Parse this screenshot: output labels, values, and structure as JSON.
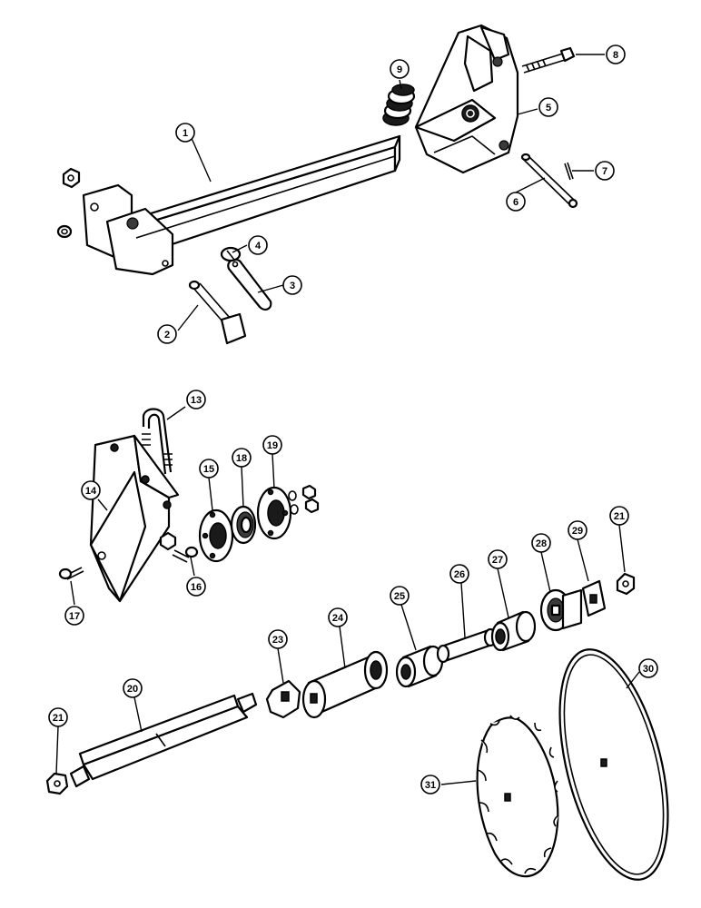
{
  "callouts": [
    {
      "id": "c1",
      "label": "1"
    },
    {
      "id": "c2",
      "label": "2"
    },
    {
      "id": "c3",
      "label": "3"
    },
    {
      "id": "c4",
      "label": "4"
    },
    {
      "id": "c5",
      "label": "5"
    },
    {
      "id": "c6",
      "label": "6"
    },
    {
      "id": "c7",
      "label": "7"
    },
    {
      "id": "c8",
      "label": "8"
    },
    {
      "id": "c9",
      "label": "9"
    },
    {
      "id": "c13",
      "label": "13"
    },
    {
      "id": "c14",
      "label": "14"
    },
    {
      "id": "c15",
      "label": "15"
    },
    {
      "id": "c16",
      "label": "16"
    },
    {
      "id": "c17",
      "label": "17"
    },
    {
      "id": "c18",
      "label": "18"
    },
    {
      "id": "c19",
      "label": "19"
    },
    {
      "id": "c20",
      "label": "20"
    },
    {
      "id": "c21a",
      "label": "21"
    },
    {
      "id": "c21b",
      "label": "21"
    },
    {
      "id": "c23",
      "label": "23"
    },
    {
      "id": "c24",
      "label": "24"
    },
    {
      "id": "c25",
      "label": "25"
    },
    {
      "id": "c26",
      "label": "26"
    },
    {
      "id": "c27",
      "label": "27"
    },
    {
      "id": "c28",
      "label": "28"
    },
    {
      "id": "c29",
      "label": "29"
    },
    {
      "id": "c30",
      "label": "30"
    },
    {
      "id": "c31",
      "label": "31"
    }
  ]
}
